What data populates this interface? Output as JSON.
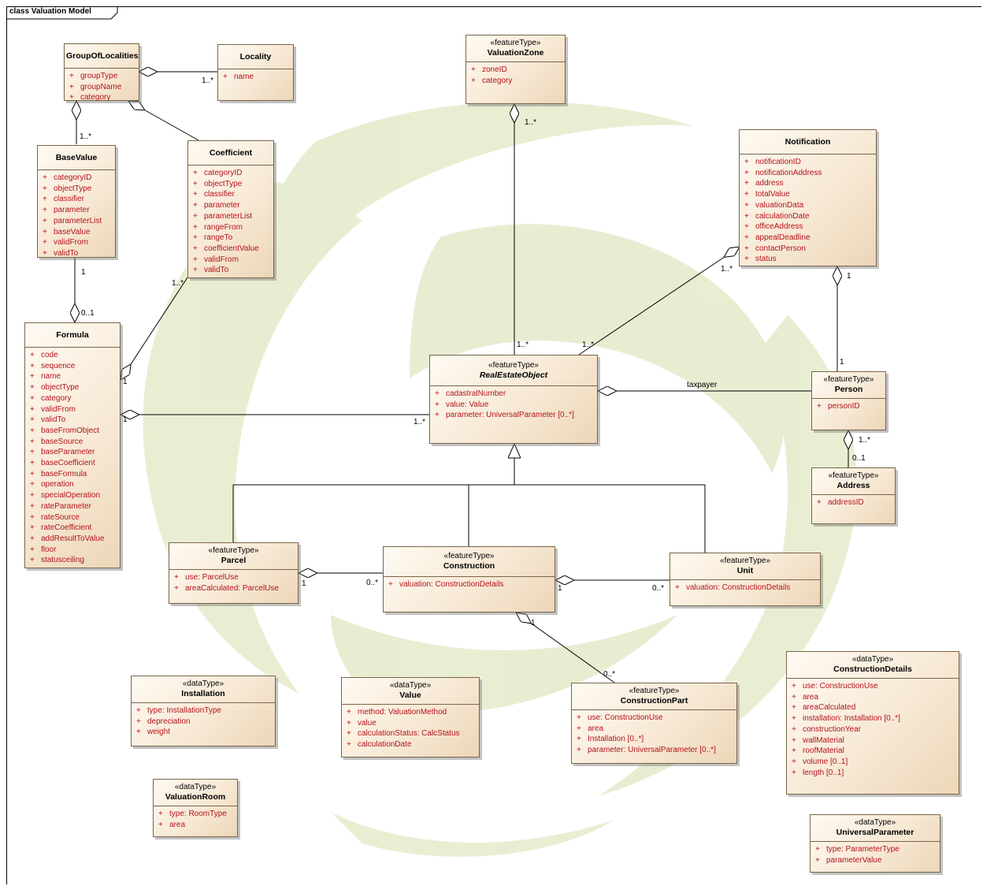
{
  "diagram": {
    "frame_title": "class Valuation Model",
    "classes": [
      {
        "id": "GroupOfLocalities",
        "stereotype": "",
        "name": "GroupOfLocalities",
        "attributes": [
          "groupType",
          "groupName",
          "category"
        ]
      },
      {
        "id": "Locality",
        "stereotype": "",
        "name": "Locality",
        "attributes": [
          "name"
        ]
      },
      {
        "id": "ValuationZone",
        "stereotype": "«featureType»",
        "name": "ValuationZone",
        "attributes": [
          "zoneID",
          "category"
        ]
      },
      {
        "id": "BaseValue",
        "stereotype": "",
        "name": "BaseValue",
        "attributes": [
          "categoryID",
          "objectType",
          "classifier",
          "parameter",
          "parameterList",
          "baseValue",
          "validFrom",
          "validTo"
        ]
      },
      {
        "id": "Coefficient",
        "stereotype": "",
        "name": "Coefficient",
        "attributes": [
          "categoryID",
          "objectType",
          "classifier",
          "parameter",
          "parameterList",
          "rangeFrom",
          "rangeTo",
          "coefficientValue",
          "validFrom",
          "validTo"
        ]
      },
      {
        "id": "Notification",
        "stereotype": "",
        "name": "Notification",
        "attributes": [
          "notificationID",
          "notificationAddress",
          "address",
          "totalValue",
          "valuationData",
          "calculationDate",
          "officeAddress",
          "appealDeadline",
          "contactPerson",
          "status"
        ]
      },
      {
        "id": "Formula",
        "stereotype": "",
        "name": "Formula",
        "attributes": [
          "code",
          "sequence",
          "name",
          "objectType",
          "category",
          "validFrom",
          "validTo",
          "baseFromObject",
          "baseSource",
          "baseParameter",
          "baseCoefficient",
          "baseFormula",
          "operation",
          "specialOperation",
          "rateParameter",
          "rateSource",
          "rateCoefficient",
          "addResultToValue",
          "floor",
          "statusceiling"
        ]
      },
      {
        "id": "RealEstateObject",
        "stereotype": "«featureType»",
        "name": "RealEstateObject",
        "abstract": true,
        "attributes": [
          "cadastralNumber",
          "value:  Value",
          "parameter:  UniversalParameter [0..*]"
        ]
      },
      {
        "id": "Person",
        "stereotype": "«featureType»",
        "name": "Person",
        "attributes": [
          "personID"
        ]
      },
      {
        "id": "Address",
        "stereotype": "«featureType»",
        "name": "Address",
        "attributes": [
          "addressID"
        ]
      },
      {
        "id": "Parcel",
        "stereotype": "«featureType»",
        "name": "Parcel",
        "attributes": [
          "use:  ParcelUse",
          "areaCalculated:  ParcelUse"
        ]
      },
      {
        "id": "Construction",
        "stereotype": "«featureType»",
        "name": "Construction",
        "attributes": [
          "valuation:  ConstructionDetails"
        ]
      },
      {
        "id": "Unit",
        "stereotype": "«featureType»",
        "name": "Unit",
        "attributes": [
          "valuation:  ConstructionDetails"
        ]
      },
      {
        "id": "ConstructionDetails",
        "stereotype": "«dataType»",
        "name": "ConstructionDetails",
        "attributes": [
          "use:  ConstructionUse",
          "area",
          "areaCalculated",
          "installation:  Installation [0..*]",
          "constructionYear",
          "wallMaterial",
          "roofMaterial",
          "volume [0..1]",
          "length [0..1]"
        ]
      },
      {
        "id": "Installation",
        "stereotype": "«dataType»",
        "name": "Installation",
        "attributes": [
          "type:  InstallationType",
          "depreciation",
          "weight"
        ]
      },
      {
        "id": "Value",
        "stereotype": "«dataType»",
        "name": "Value",
        "attributes": [
          "method:  ValuationMethod",
          "value",
          "calculationStatus:  CalcStatus",
          "calculationDate"
        ]
      },
      {
        "id": "ConstructionPart",
        "stereotype": "«featureType»",
        "name": "ConstructionPart",
        "attributes": [
          "use:  ConstructionUse",
          "area",
          "Installation [0..*]",
          "parameter:  UniversalParameter [0..*]"
        ]
      },
      {
        "id": "ValuationRoom",
        "stereotype": "«dataType»",
        "name": "ValuationRoom",
        "attributes": [
          "type:  RoomType",
          "area"
        ]
      },
      {
        "id": "UniversalParameter",
        "stereotype": "«dataType»",
        "name": "UniversalParameter",
        "attributes": [
          "type:  ParameterType",
          "parameterValue"
        ]
      }
    ],
    "labels": [
      {
        "id": "gol-loc-mult",
        "text": "1..*"
      },
      {
        "id": "gol-bv-mult",
        "text": "1..*"
      },
      {
        "id": "vz-mult",
        "text": "1..*"
      },
      {
        "id": "bv-1",
        "text": "1"
      },
      {
        "id": "formula-01",
        "text": "0..1"
      },
      {
        "id": "coef-mult",
        "text": "1..*"
      },
      {
        "id": "formula-1-coef",
        "text": "1"
      },
      {
        "id": "formula-1-reo",
        "text": "1"
      },
      {
        "id": "reo-mult-formula",
        "text": "1..*"
      },
      {
        "id": "reo-mult-vz",
        "text": "1..*"
      },
      {
        "id": "reo-mult-notif",
        "text": "1..*"
      },
      {
        "id": "notif-mult",
        "text": "1..*"
      },
      {
        "id": "notif-1",
        "text": "1"
      },
      {
        "id": "person-1",
        "text": "1"
      },
      {
        "id": "taxpayer",
        "text": "taxpayer"
      },
      {
        "id": "person-mult",
        "text": "1..*"
      },
      {
        "id": "address-01",
        "text": "0..1"
      },
      {
        "id": "parcel-1",
        "text": "1"
      },
      {
        "id": "constr-0n-parcel",
        "text": "0..*"
      },
      {
        "id": "constr-1-unit",
        "text": "1"
      },
      {
        "id": "unit-0n",
        "text": "0..*"
      },
      {
        "id": "constr-1-part",
        "text": "1"
      },
      {
        "id": "part-0n",
        "text": "0..*"
      }
    ]
  }
}
